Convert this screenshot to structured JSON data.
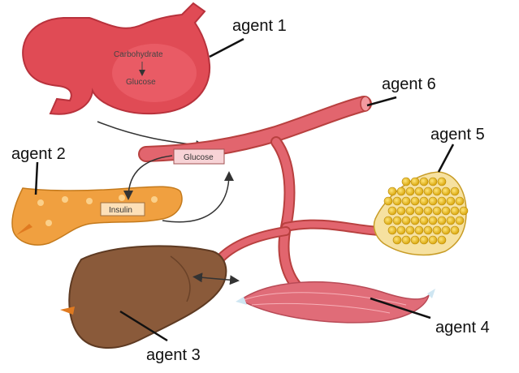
{
  "diagram": {
    "agents": [
      {
        "id": "agent-1",
        "label": "agent 1"
      },
      {
        "id": "agent-2",
        "label": "agent 2"
      },
      {
        "id": "agent-3",
        "label": "agent 3"
      },
      {
        "id": "agent-4",
        "label": "agent 4"
      },
      {
        "id": "agent-5",
        "label": "agent 5"
      },
      {
        "id": "agent-6",
        "label": "agent 6"
      }
    ],
    "stomach": {
      "top_text": "Carbohydrate",
      "bottom_text": "Glucose"
    },
    "vessel_box": "Glucose",
    "pancreas_box": "Insulin"
  },
  "colors": {
    "stomach": "#e04b55",
    "vessel": "#e2656e",
    "pancreas": "#f0a040",
    "liver": "#8a5a3a",
    "fat": "#f2c21a",
    "muscle": "#e06c78"
  }
}
